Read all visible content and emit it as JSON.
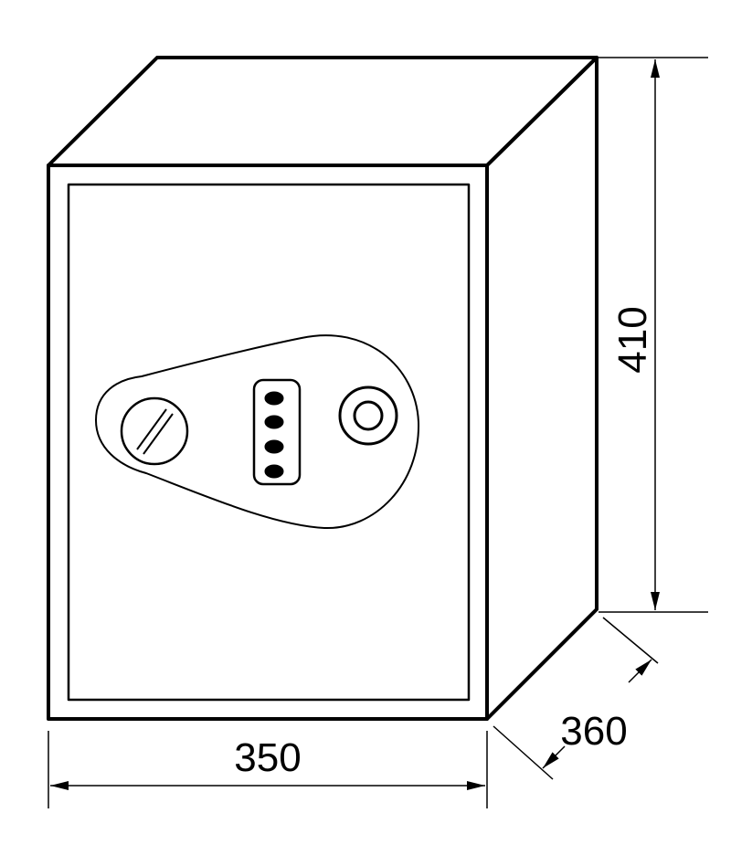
{
  "diagram": {
    "subject": "safe",
    "dimensions": {
      "width": "350",
      "height": "410",
      "depth": "360"
    },
    "colors": {
      "stroke": "#000000",
      "fill": "#ffffff"
    }
  }
}
